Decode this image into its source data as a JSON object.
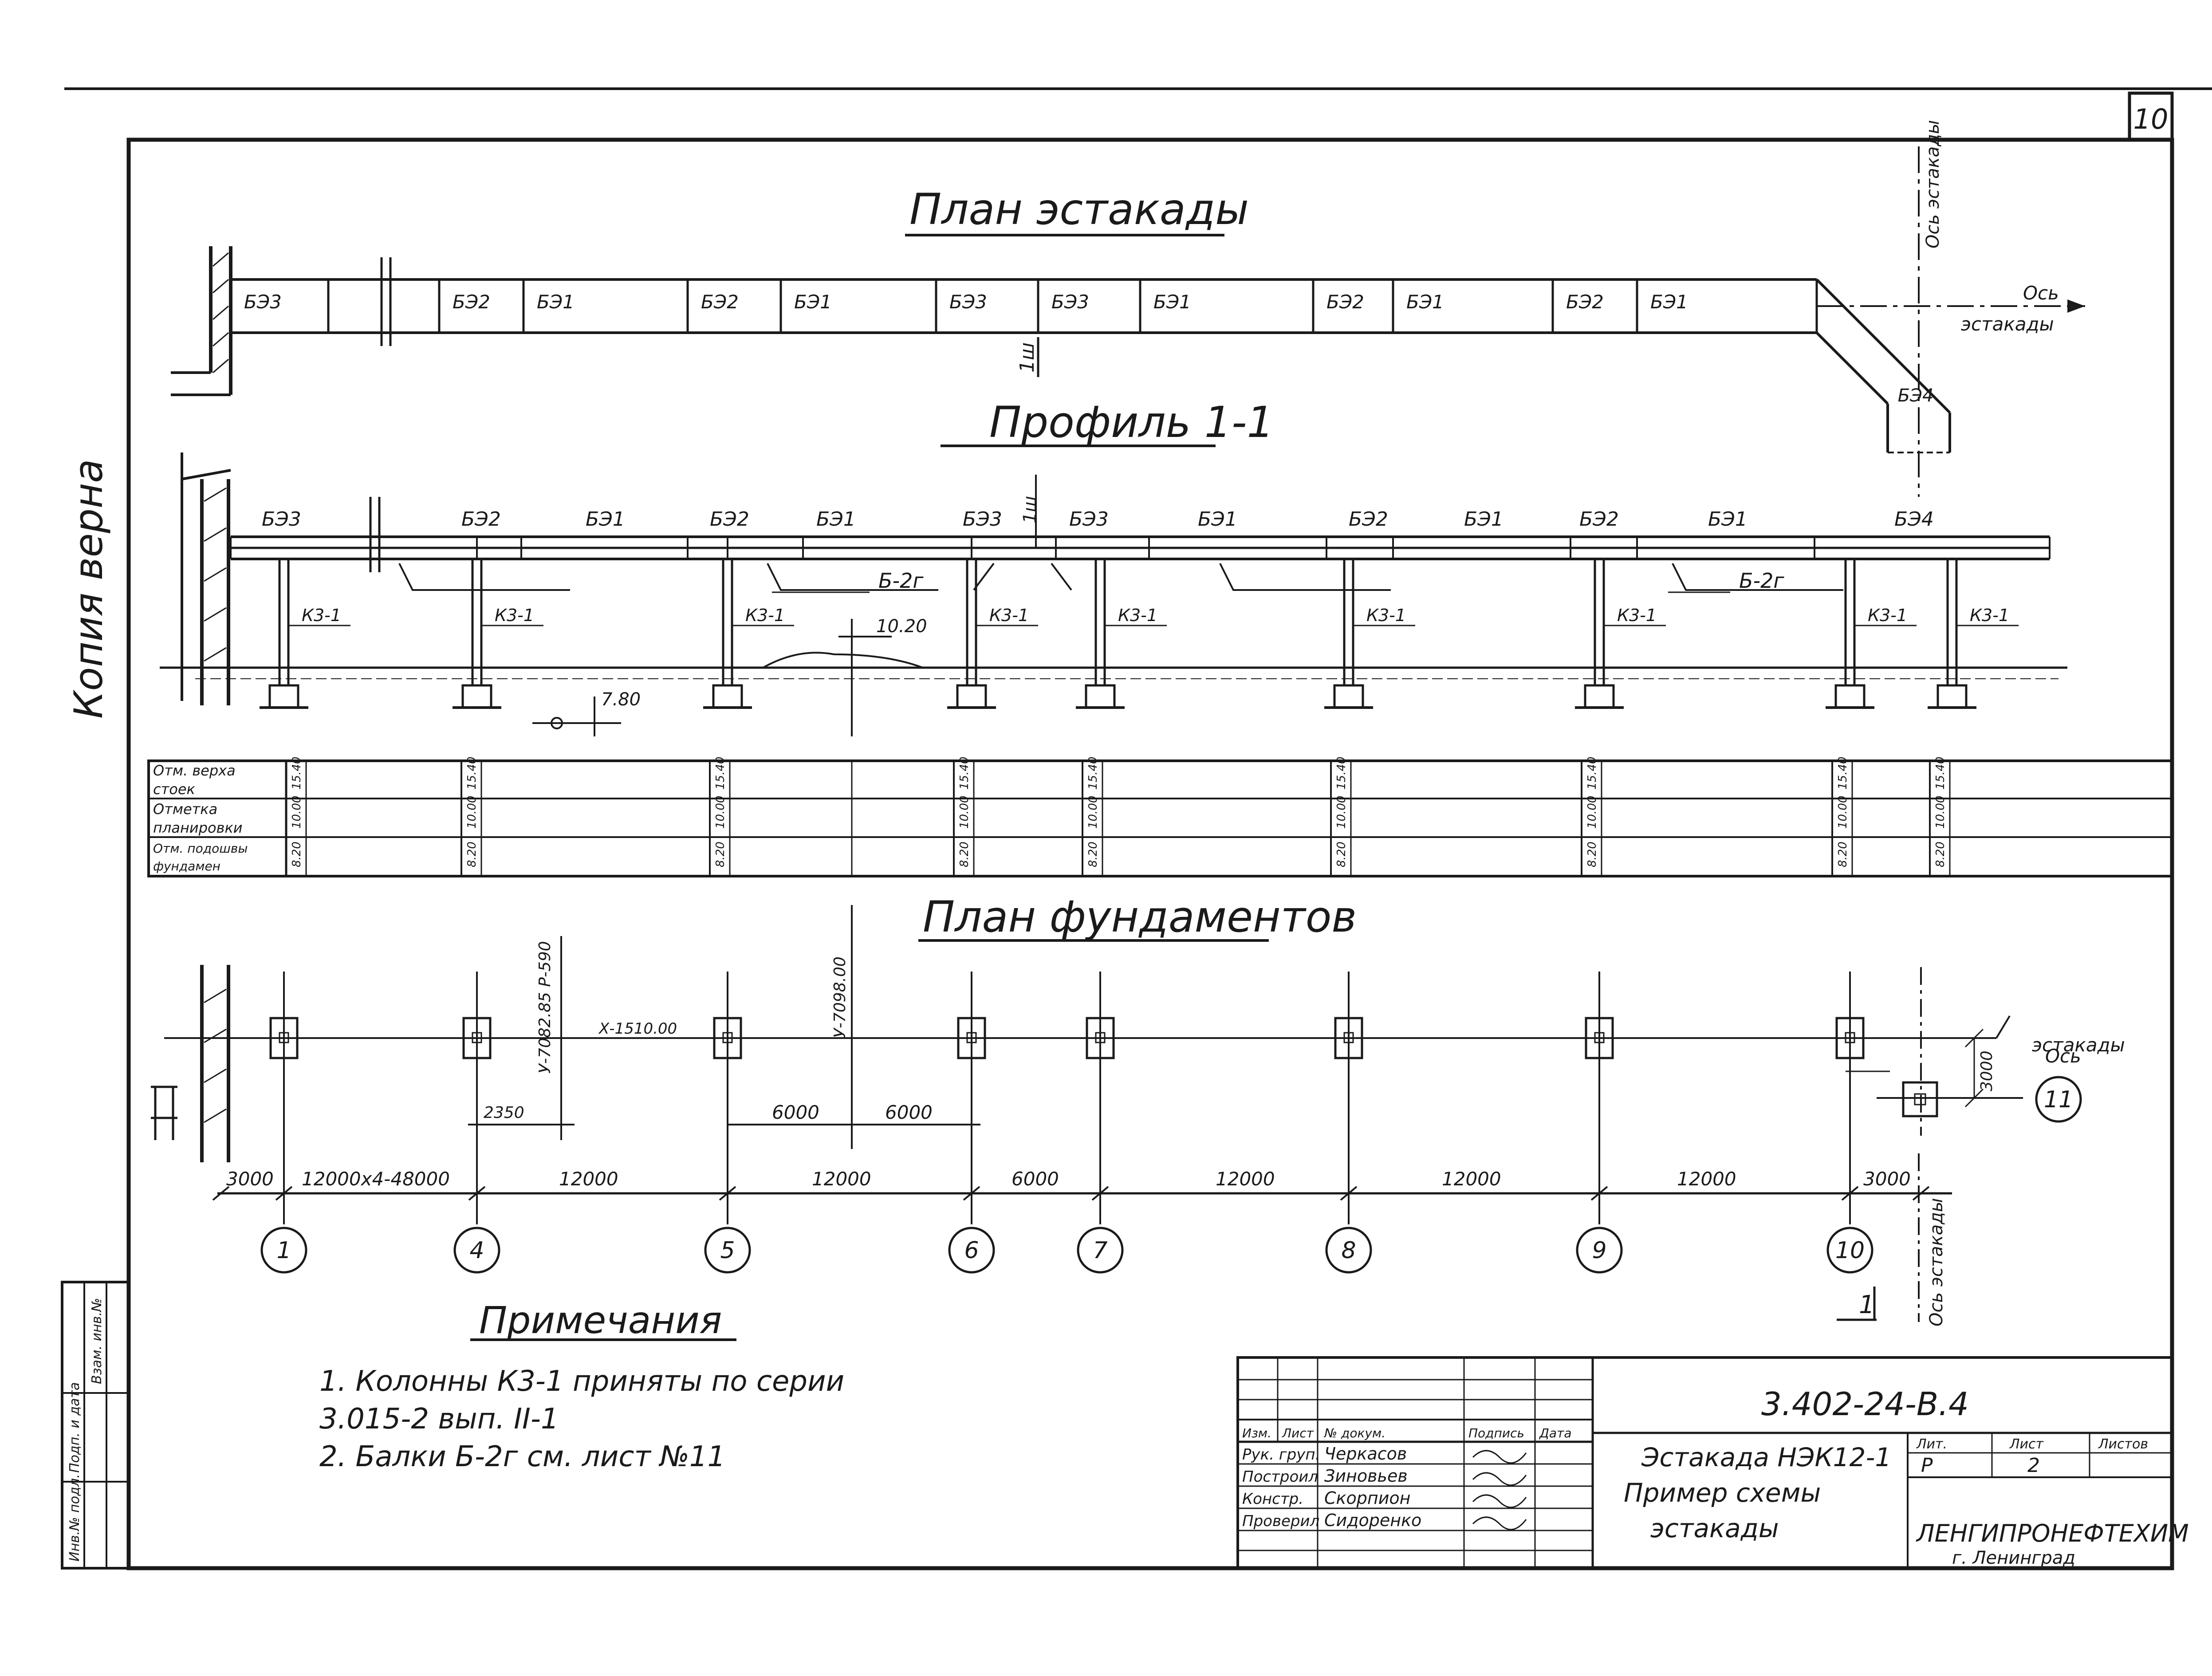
{
  "sheet_number": "10",
  "side_stamp": "Копия верна",
  "left_stamp": [
    "Инв.№ подл.",
    "Подп. и дата",
    "Взам. инв.№"
  ],
  "plan": {
    "title": "План эстакады",
    "beams": [
      "БЭ3",
      "БЭ2",
      "БЭ1",
      "БЭ2",
      "БЭ1",
      "БЭ3",
      "БЭ3",
      "БЭ1",
      "БЭ2",
      "БЭ1",
      "БЭ2",
      "БЭ1"
    ],
    "end_beam": "БЭ4",
    "section_mark": "1ш",
    "axis_label_1": "Ось",
    "axis_label_2": "эстакады",
    "axis_vertical": "Ось эстакады"
  },
  "profile": {
    "title": "Профиль 1-1",
    "beams": [
      "БЭ3",
      "БЭ2",
      "БЭ1",
      "БЭ2",
      "БЭ1",
      "БЭ3",
      "БЭ3",
      "БЭ1",
      "БЭ2",
      "БЭ1",
      "БЭ2",
      "БЭ1",
      "БЭ4"
    ],
    "brace_label": "Б-2г",
    "column_label": "К3-1",
    "level_1": "10.20",
    "level_2": "7.80",
    "section_mark": "1ш"
  },
  "table": {
    "rows": [
      "Отм. верха стоек",
      "Отметка планировки",
      "Отм. подошвы фундамен"
    ],
    "values": [
      "15.40",
      "10.00",
      "8.20"
    ]
  },
  "foundations": {
    "title": "План фундаментов",
    "coords": [
      "У-7082.85 Р-590",
      "Х-1510.00",
      "У-7098.00"
    ],
    "dim_2350": "2350",
    "dim_6000a": "6000",
    "dim_6000b": "6000",
    "dim_3000v": "3000",
    "bottom_dims": [
      "3000",
      "12000х4-48000",
      "12000",
      "12000",
      "6000",
      "12000",
      "12000",
      "12000",
      "3000"
    ],
    "axis_label_1": "Ось",
    "axis_label_2": "эстакады",
    "axes": [
      "1",
      "4",
      "5",
      "6",
      "7",
      "8",
      "9",
      "10"
    ],
    "side_axis": "11",
    "section_mark": "1",
    "axis_vertical": "Ось эстакады"
  },
  "notes": {
    "title": "Примечания",
    "lines": [
      "1. Колонны К3-1 приняты по серии",
      "3.015-2 вып. II-1",
      "2. Балки Б-2г см. лист №11"
    ]
  },
  "title_block": {
    "code": "3.402-24-В.4",
    "header": [
      "Изм.",
      "Лист",
      "№ докум.",
      "Подпись",
      "Дата"
    ],
    "roles": [
      "Рук. груп.",
      "Построил",
      "Констр.",
      "Проверил"
    ],
    "names": [
      "Черкасов",
      "Зиновьев",
      "Скорпион",
      "Сидоренко"
    ],
    "description": [
      "Эстакада НЭК12-1",
      "Пример схемы",
      "эстакады"
    ],
    "stage_header": [
      "Лит.",
      "Лист",
      "Листов"
    ],
    "stage": "Р",
    "sheet": "2",
    "org": "ЛЕНГИПРОНЕФТЕХИМ",
    "city": "г. Ленинград"
  }
}
